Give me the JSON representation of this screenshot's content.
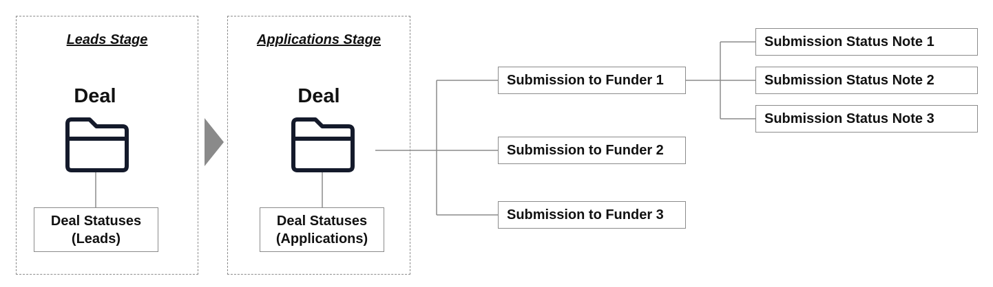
{
  "stages": [
    {
      "title": "Leads Stage",
      "deal": "Deal",
      "status": "Deal Statuses\n(Leads)",
      "folder_icon": "folder-icon"
    },
    {
      "title": "Applications Stage",
      "deal": "Deal",
      "status": "Deal Statuses\n(Applications)",
      "folder_icon": "folder-icon"
    }
  ],
  "submissions": [
    "Submission to Funder 1",
    "Submission to Funder 2",
    "Submission to Funder 3"
  ],
  "notes": [
    "Submission Status Note 1",
    "Submission Status Note 2",
    "Submission Status Note 3"
  ],
  "colors": {
    "border": "#8a8a8a",
    "folder": "#141a2b",
    "arrow": "#8a8a8a"
  }
}
